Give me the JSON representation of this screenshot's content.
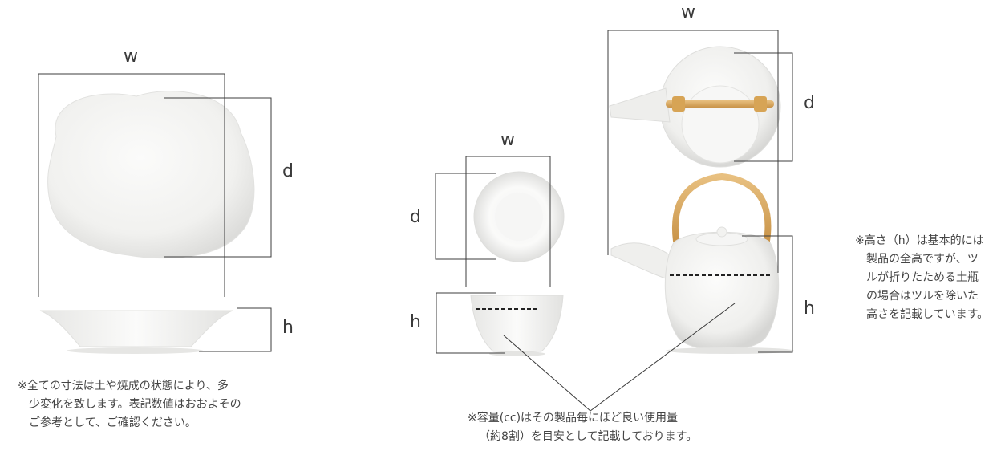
{
  "labels": {
    "bowl_w": "w",
    "bowl_d": "d",
    "bowl_h": "h",
    "cup_w": "w",
    "cup_d": "d",
    "cup_h": "h",
    "pot_w": "w",
    "pot_d": "d",
    "pot_h": "h"
  },
  "notes": {
    "dimensions": [
      "※全ての寸法は土や焼成の状態により、多",
      "少変化を致します。表記数値はおおよその",
      "ご参考として、ご確認ください。"
    ],
    "capacity": [
      "※容量(cc)はその製品毎にほど良い使用量",
      "（約8割）を目安として記載しております。"
    ],
    "height": [
      "※高さ（h）は基本的には",
      "製品の全高ですが、ツ",
      "ルが折りたためる土瓶",
      "の場合はツルを除いた",
      "高さを記載しています。"
    ]
  },
  "colors": {
    "line": "#3c3c3c",
    "porcelain": "#f4f4f3",
    "porcelain_shade": "#e4e4e2",
    "bamboo": "#d9a861"
  }
}
